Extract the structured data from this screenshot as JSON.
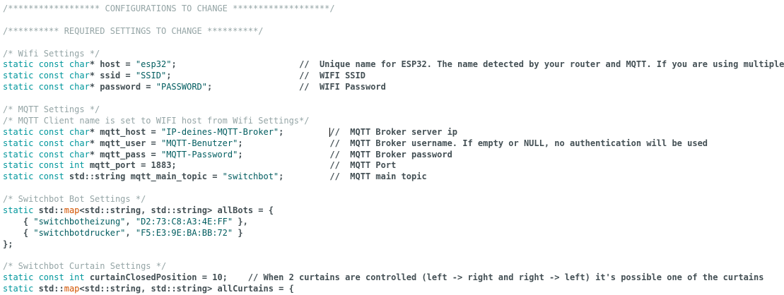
{
  "editor": {
    "background": "#ffffff",
    "syntax_colors": {
      "keyword": "#00979C",
      "function": "#D35400",
      "string": "#005C5F",
      "plain": "#434F54",
      "number": "#434F54",
      "comment_block": "#95A5A6",
      "comment_line": "#434F54",
      "caret": "#000000"
    },
    "code": {
      "lines": [
        {
          "segments": [
            {
              "type": "cb",
              "text": "/****************** CONFIGURATIONS TO CHANGE *******************/"
            }
          ]
        },
        {
          "segments": []
        },
        {
          "segments": [
            {
              "type": "cb",
              "text": "/********** REQUIRED SETTINGS TO CHANGE **********/"
            }
          ]
        },
        {
          "segments": []
        },
        {
          "segments": [
            {
              "type": "cb",
              "text": "/* Wifi Settings */"
            }
          ]
        },
        {
          "segments": [
            {
              "type": "kw",
              "text": "static const char"
            },
            {
              "type": "pl",
              "text": "* host = "
            },
            {
              "type": "str",
              "text": "\"esp32\""
            },
            {
              "type": "pl",
              "text": ";                        "
            },
            {
              "type": "cl",
              "text": "//  Unique name for ESP32. The name detected by your router and MQTT. If you are using multiple"
            }
          ]
        },
        {
          "segments": [
            {
              "type": "kw",
              "text": "static const char"
            },
            {
              "type": "pl",
              "text": "* ssid = "
            },
            {
              "type": "str",
              "text": "\"SSID\""
            },
            {
              "type": "pl",
              "text": ";                         "
            },
            {
              "type": "cl",
              "text": "//  WIFI SSID"
            }
          ]
        },
        {
          "segments": [
            {
              "type": "kw",
              "text": "static const char"
            },
            {
              "type": "pl",
              "text": "* password = "
            },
            {
              "type": "str",
              "text": "\"PASSWORD\""
            },
            {
              "type": "pl",
              "text": ";                 "
            },
            {
              "type": "cl",
              "text": "//  WIFI Password"
            }
          ]
        },
        {
          "segments": []
        },
        {
          "segments": [
            {
              "type": "cb",
              "text": "/* MQTT Settings */"
            }
          ]
        },
        {
          "segments": [
            {
              "type": "cb",
              "text": "/* MQTT Client name is set to WIFI host from Wifi Settings*/"
            }
          ]
        },
        {
          "segments": [
            {
              "type": "kw",
              "text": "static const char"
            },
            {
              "type": "pl",
              "text": "* mqtt_host = "
            },
            {
              "type": "str",
              "text": "\"IP-deines-MQTT-Broker\""
            },
            {
              "type": "pl",
              "text": ";         "
            },
            {
              "type": "caret",
              "text": ""
            },
            {
              "type": "cl",
              "text": "//  MQTT Broker server ip"
            }
          ]
        },
        {
          "segments": [
            {
              "type": "kw",
              "text": "static const char"
            },
            {
              "type": "pl",
              "text": "* mqtt_user = "
            },
            {
              "type": "str",
              "text": "\"MQTT-Benutzer\""
            },
            {
              "type": "pl",
              "text": ";                 "
            },
            {
              "type": "cl",
              "text": "//  MQTT Broker username. If empty or NULL, no authentication will be used"
            }
          ]
        },
        {
          "segments": [
            {
              "type": "kw",
              "text": "static const char"
            },
            {
              "type": "pl",
              "text": "* mqtt_pass = "
            },
            {
              "type": "str",
              "text": "\"MQTT-Password\""
            },
            {
              "type": "pl",
              "text": ";                 "
            },
            {
              "type": "cl",
              "text": "//  MQTT Broker password"
            }
          ]
        },
        {
          "segments": [
            {
              "type": "kw",
              "text": "static const int"
            },
            {
              "type": "pl",
              "text": " mqtt_port = "
            },
            {
              "type": "num",
              "text": "1883"
            },
            {
              "type": "pl",
              "text": ";                              "
            },
            {
              "type": "cl",
              "text": "//  MQTT Port"
            }
          ]
        },
        {
          "segments": [
            {
              "type": "kw",
              "text": "static const"
            },
            {
              "type": "pl",
              "text": " std::string mqtt_main_topic = "
            },
            {
              "type": "str",
              "text": "\"switchbot\""
            },
            {
              "type": "pl",
              "text": ";         "
            },
            {
              "type": "cl",
              "text": "//  MQTT main topic"
            }
          ]
        },
        {
          "segments": []
        },
        {
          "segments": [
            {
              "type": "cb",
              "text": "/* Switchbot Bot Settings */"
            }
          ]
        },
        {
          "segments": [
            {
              "type": "kw",
              "text": "static"
            },
            {
              "type": "pl",
              "text": " std::"
            },
            {
              "type": "fn",
              "text": "map"
            },
            {
              "type": "pl",
              "text": "<std::string, std::string> allBots = {"
            }
          ]
        },
        {
          "segments": [
            {
              "type": "pl",
              "text": "    { "
            },
            {
              "type": "str",
              "text": "\"switchbotheizung\""
            },
            {
              "type": "pl",
              "text": ", "
            },
            {
              "type": "str",
              "text": "\"D2:73:C8:A3:4E:FF\""
            },
            {
              "type": "pl",
              "text": " },"
            }
          ]
        },
        {
          "segments": [
            {
              "type": "pl",
              "text": "    { "
            },
            {
              "type": "str",
              "text": "\"switchbotdrucker\""
            },
            {
              "type": "pl",
              "text": ", "
            },
            {
              "type": "str",
              "text": "\"F5:E3:9E:BA:BB:72\""
            },
            {
              "type": "pl",
              "text": " }"
            }
          ]
        },
        {
          "segments": [
            {
              "type": "pl",
              "text": "};"
            }
          ]
        },
        {
          "segments": []
        },
        {
          "segments": [
            {
              "type": "cb",
              "text": "/* Switchbot Curtain Settings */"
            }
          ]
        },
        {
          "segments": [
            {
              "type": "kw",
              "text": "static const int"
            },
            {
              "type": "pl",
              "text": " curtainClosedPosition = "
            },
            {
              "type": "num",
              "text": "10"
            },
            {
              "type": "pl",
              "text": ";    "
            },
            {
              "type": "cl",
              "text": "// When 2 curtains are controlled (left -> right and right -> left) it's possible one of the curtains"
            }
          ]
        },
        {
          "segments": [
            {
              "type": "kw",
              "text": "static"
            },
            {
              "type": "pl",
              "text": " std::"
            },
            {
              "type": "fn",
              "text": "map"
            },
            {
              "type": "pl",
              "text": "<std::string, std::string> allCurtains = {"
            }
          ]
        }
      ]
    }
  }
}
